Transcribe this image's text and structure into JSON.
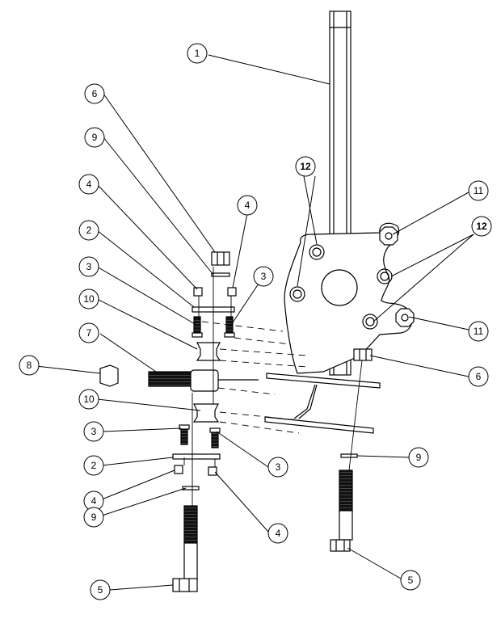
{
  "diagram": {
    "type": "exploded-assembly",
    "colors": {
      "line": "#000000",
      "background": "#ffffff",
      "fill": "#ffffff"
    },
    "callouts": [
      {
        "id": "c1",
        "label": "1"
      },
      {
        "id": "c6a",
        "label": "6"
      },
      {
        "id": "c9a",
        "label": "9"
      },
      {
        "id": "c4a",
        "label": "4"
      },
      {
        "id": "c4b",
        "label": "4"
      },
      {
        "id": "c2a",
        "label": "2"
      },
      {
        "id": "c3a",
        "label": "3"
      },
      {
        "id": "c3b",
        "label": "3"
      },
      {
        "id": "c10a",
        "label": "10"
      },
      {
        "id": "c7",
        "label": "7"
      },
      {
        "id": "c8",
        "label": "8"
      },
      {
        "id": "c10b",
        "label": "10"
      },
      {
        "id": "c3c",
        "label": "3"
      },
      {
        "id": "c3d",
        "label": "3"
      },
      {
        "id": "c2b",
        "label": "2"
      },
      {
        "id": "c4c",
        "label": "4"
      },
      {
        "id": "c4d",
        "label": "4"
      },
      {
        "id": "c9b",
        "label": "9"
      },
      {
        "id": "c5a",
        "label": "5"
      },
      {
        "id": "c12a",
        "label": "12"
      },
      {
        "id": "c11a",
        "label": "11"
      },
      {
        "id": "c12b",
        "label": "12"
      },
      {
        "id": "c11b",
        "label": "11"
      },
      {
        "id": "c6b",
        "label": "6"
      },
      {
        "id": "c9c",
        "label": "9"
      },
      {
        "id": "c5b",
        "label": "5"
      }
    ]
  }
}
